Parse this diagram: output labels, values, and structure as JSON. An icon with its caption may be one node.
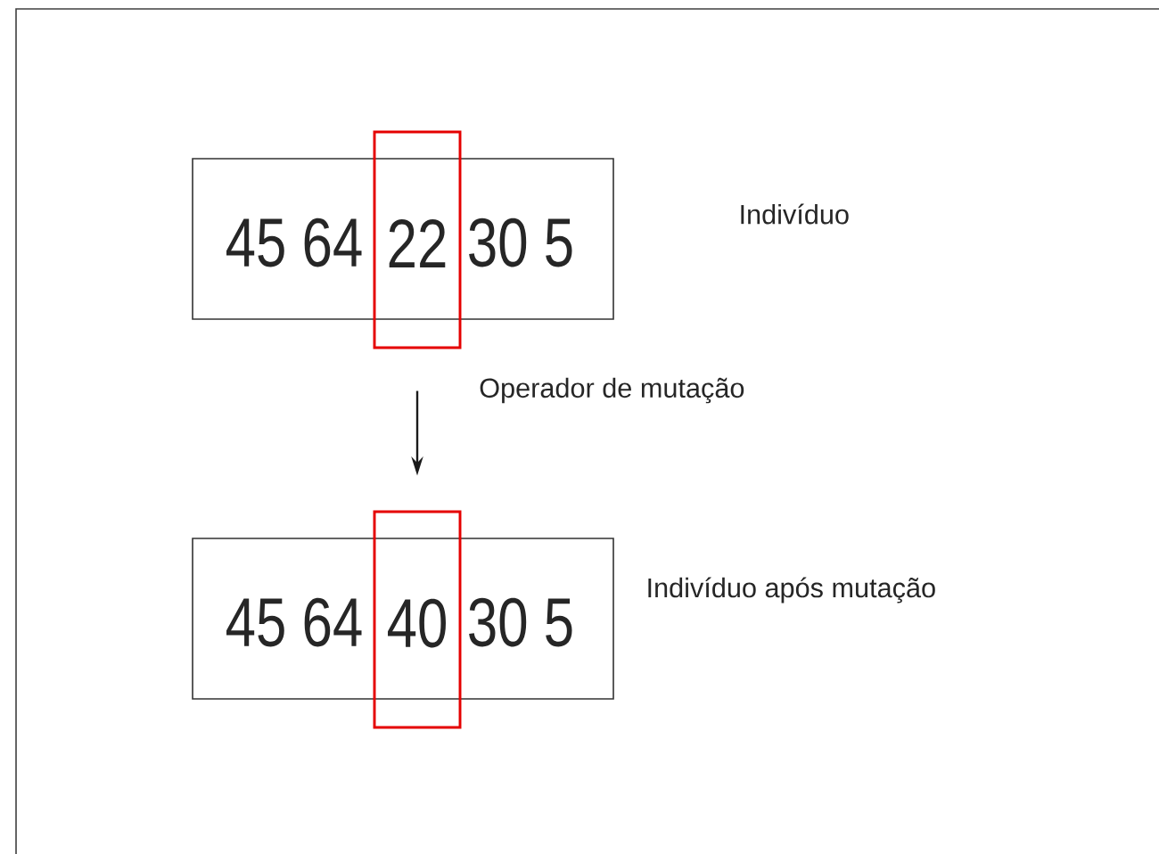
{
  "diagram": {
    "nodes": [
      {
        "text": [
          "45 64",
          "30 5"
        ]
      },
      {
        "text": [
          "22"
        ]
      },
      {
        "text": [
          "45 64",
          "30 5"
        ],
        "beside": [
          "Indivíduo após mutação"
        ]
      },
      {
        "text": [
          "40"
        ]
      }
    ],
    "edges": [
      {
        "from": 1,
        "to": 3,
        "arrow": "to",
        "label": "Operador de mutação"
      }
    ],
    "labels": [
      "Indivíduo"
    ]
  }
}
